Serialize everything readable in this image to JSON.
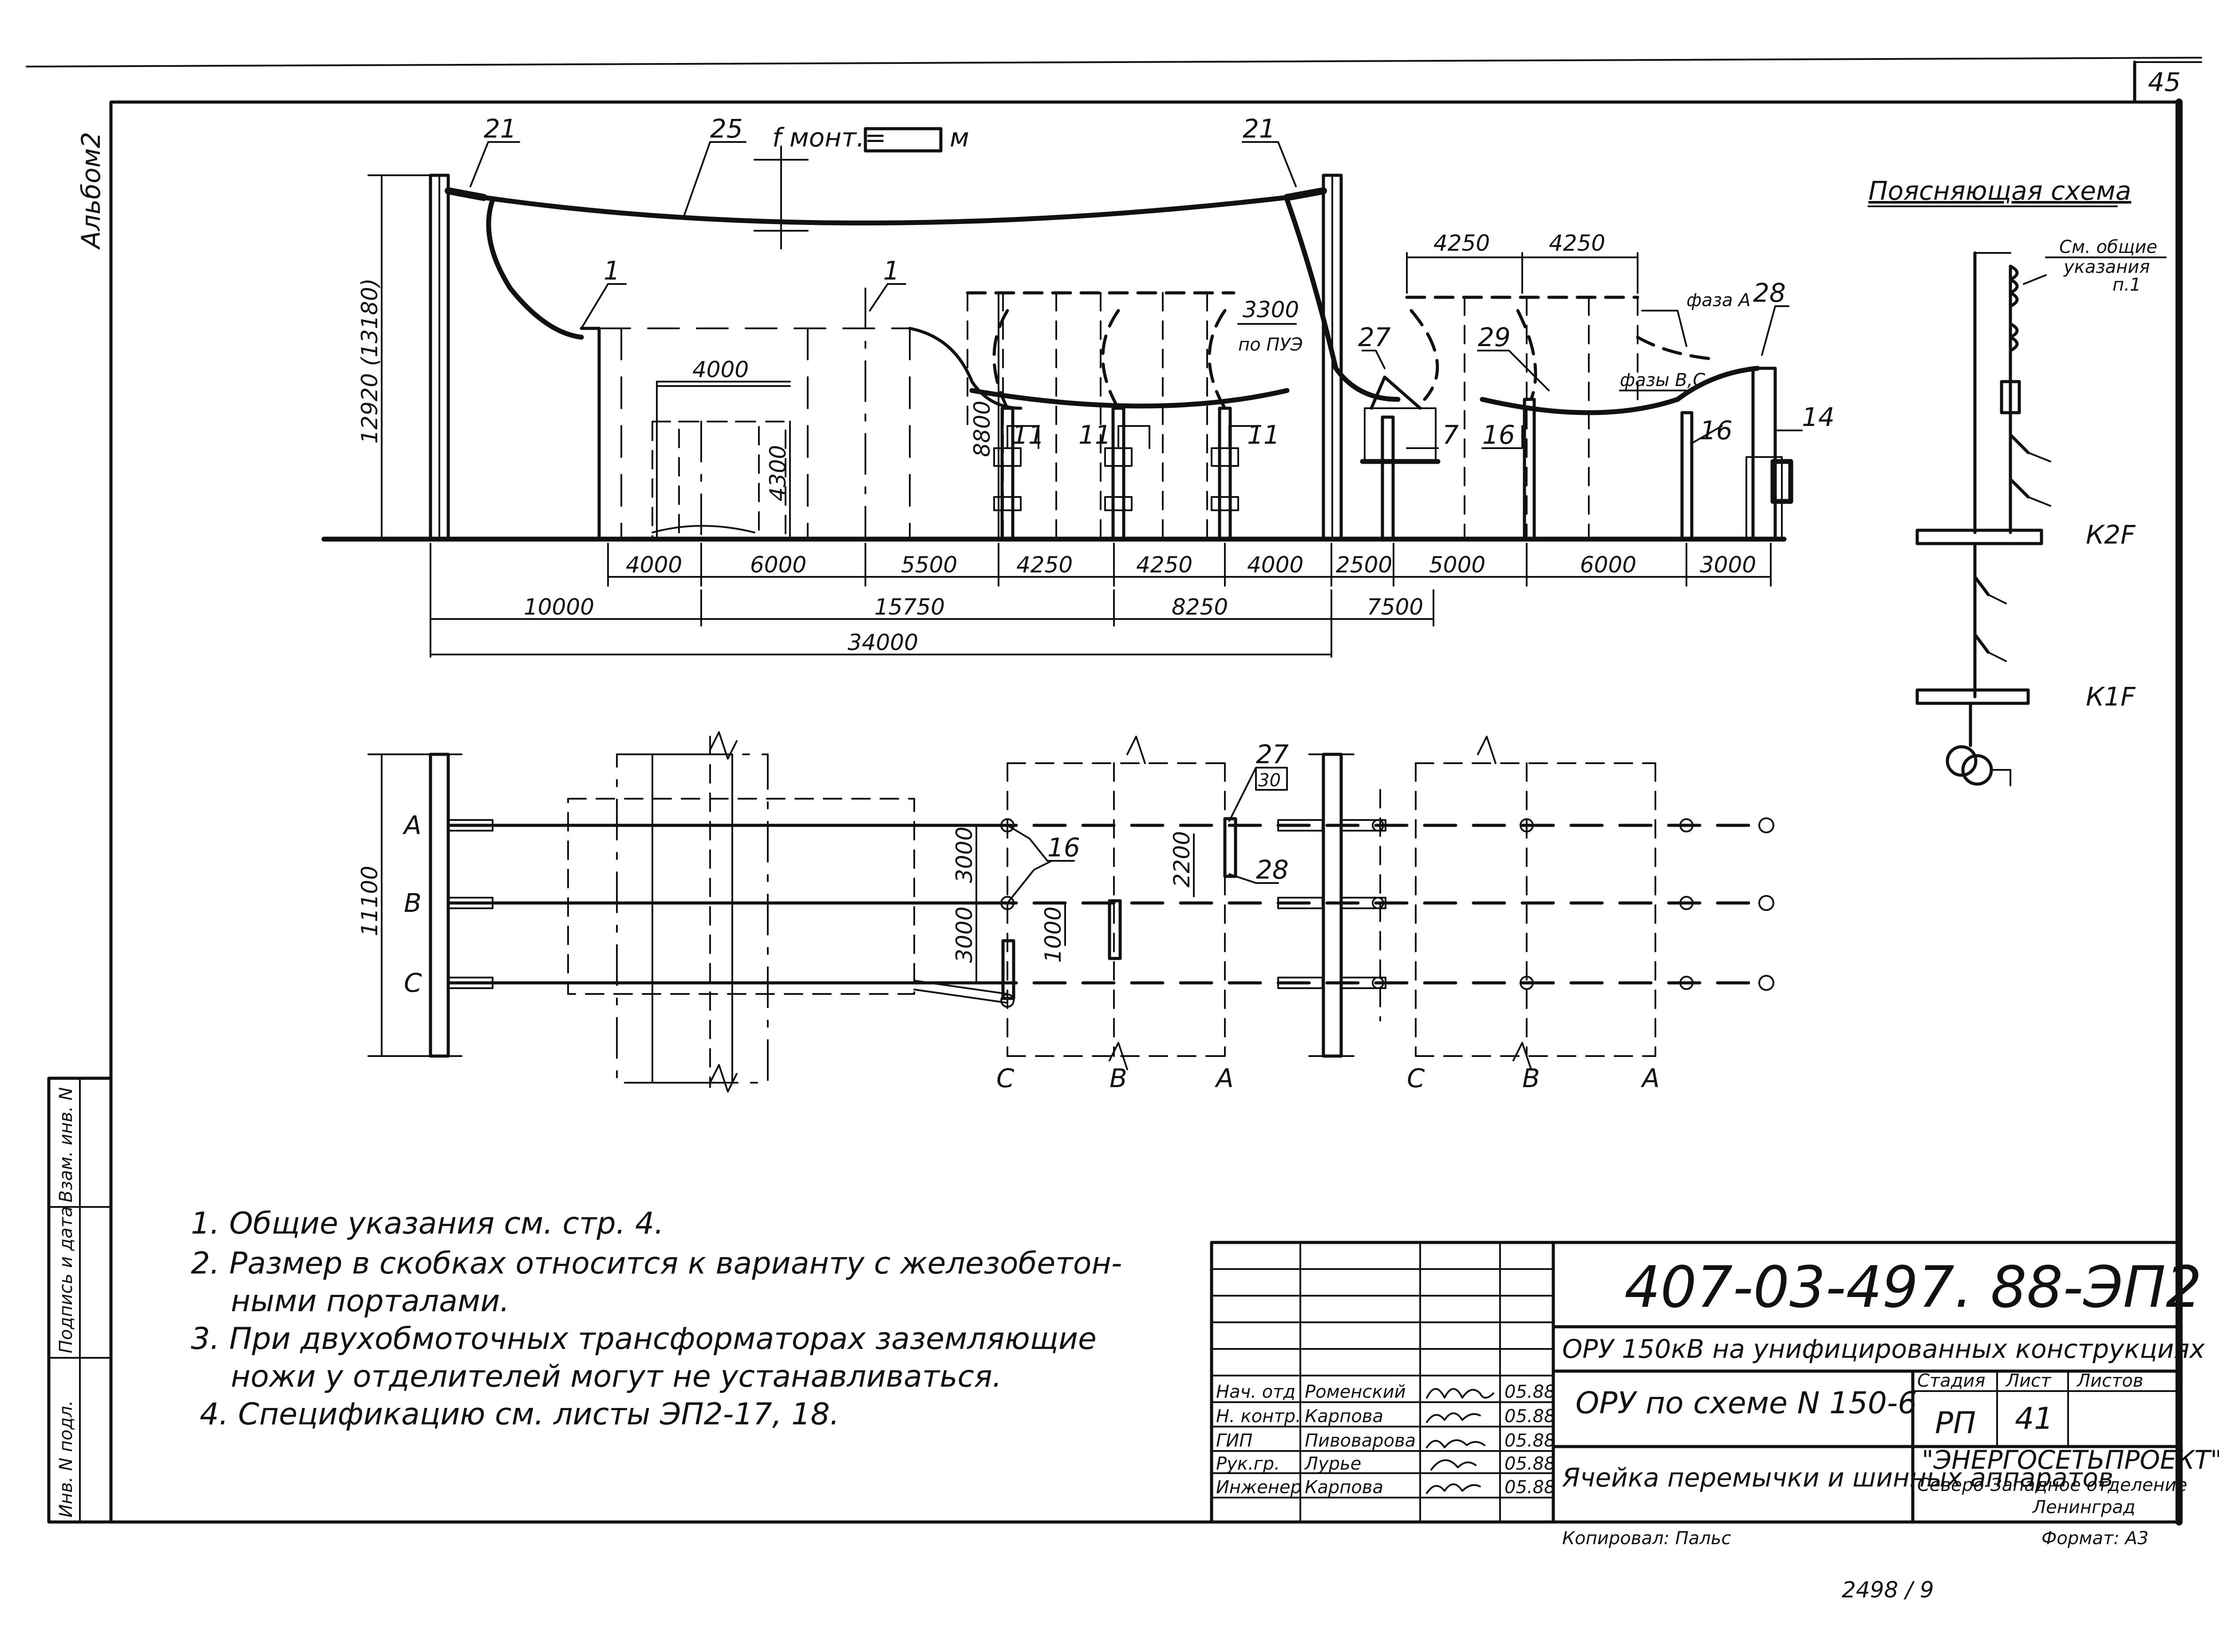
{
  "sheet": {
    "sheet_number": "45",
    "album_label": "Альбом2",
    "title_block": {
      "doc_code": "407-03-497. 88-ЭП2",
      "project_title": "ОРУ 150кВ на унифицированных конструкциях",
      "scheme_title": "ОРУ по схеме N 150-6",
      "sheet_title": "Ячейка перемычки и шинных аппаратов",
      "col_stage": "Стадия",
      "col_sheet": "Лист",
      "col_sheets": "Листов",
      "stage": "РП",
      "sheet": "41",
      "organization_line1": "\"ЭНЕРГОСЕТЬПРОЕКТ\"",
      "organization_line2": "Северо-Западное отделение",
      "organization_line3": "Ленинград",
      "copied_by": "Копировал: Пальс",
      "format": "Формат: А3",
      "signatures": [
        {
          "role": "Нач. отд",
          "name": "Роменский",
          "date": "05.88"
        },
        {
          "role": "Н. контр.",
          "name": "Карпова",
          "date": "05.88"
        },
        {
          "role": "ГИП",
          "name": "Пивоварова",
          "date": "05.88"
        },
        {
          "role": "Рук.гр.",
          "name": "Лурье",
          "date": "05.88"
        },
        {
          "role": "Инженер",
          "name": "Карпова",
          "date": "05.88"
        }
      ],
      "bottom_number": "2498 / 9"
    },
    "side_stamp": [
      "Инв. N подл.",
      "Подпись и дата",
      "Взам. инв. N"
    ]
  },
  "notes": [
    "1. Общие указания см. стр. 4.",
    "2. Размер в скобках относится к варианту с железобетон-",
    "ными порталами.",
    "3. При двухобмоточных трансформаторах заземляющие",
    "ножи у отделителей могут не устанавливаться.",
    "4. Спецификацию см. листы ЭП2-17, 18."
  ],
  "elevation": {
    "sag_label": "f монт.=",
    "sag_unit": "м",
    "callouts": [
      "21",
      "25",
      "21",
      "1",
      "1",
      "27",
      "29",
      "фаза А",
      "28",
      "фазы В,С",
      "11",
      "11",
      "11",
      "7",
      "16",
      "16",
      "14"
    ],
    "clearance_label": [
      "3300",
      "по ПУЭ"
    ],
    "height_dims": [
      "12920 (13180)",
      "8800",
      "4300"
    ],
    "top_dims": [
      "4000",
      "4250",
      "4250"
    ],
    "dims_row1": [
      "4000",
      "6000",
      "5500",
      "4250",
      "4250",
      "4000",
      "2500",
      "5000",
      "6000",
      "3000"
    ],
    "dims_row2": [
      "10000",
      "15750",
      "8250",
      "7500"
    ],
    "dims_row3": [
      "34000"
    ]
  },
  "plan": {
    "phase_labels_left": [
      "А",
      "В",
      "С"
    ],
    "phase_labels_bottom": [
      "С",
      "В",
      "А",
      "С",
      "В",
      "А"
    ],
    "callouts": [
      "16",
      "27",
      "30",
      "28"
    ],
    "dims": [
      "11100",
      "3000",
      "3000",
      "1000",
      "2200"
    ]
  },
  "explanatory_scheme": {
    "title": "Поясняющая схема",
    "note_ref": [
      "См. общие",
      "указания",
      "п.1"
    ],
    "labels": [
      "К2F",
      "К1F"
    ]
  }
}
